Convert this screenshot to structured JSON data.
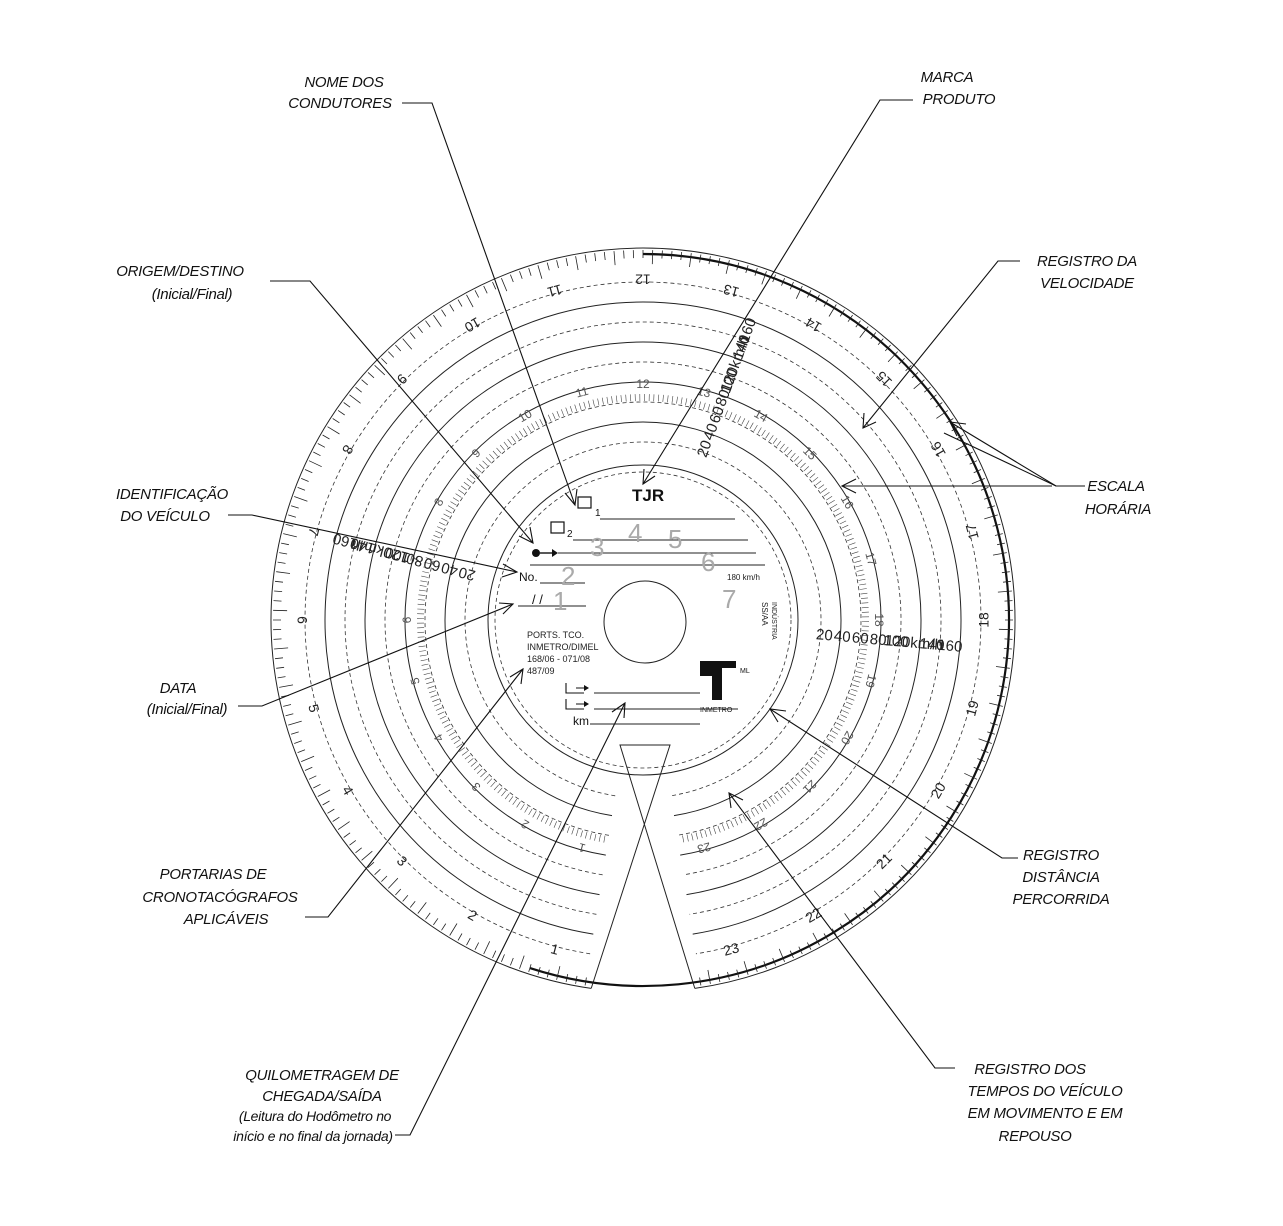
{
  "callouts": {
    "nome": [
      "NOME DOS",
      "CONDUTORES"
    ],
    "marca": [
      "MARCA",
      "PRODUTO"
    ],
    "origem": [
      "ORIGEM/DESTINO",
      "(Inicial/Final)"
    ],
    "registro_velocidade": [
      "REGISTRO DA",
      "VELOCIDADE"
    ],
    "identificacao": [
      "IDENTIFICAÇÃO",
      "DO VEÍCULO"
    ],
    "escala": [
      "ESCALA",
      "HORÁRIA"
    ],
    "data": [
      "DATA",
      "(Inicial/Final)"
    ],
    "distancia": [
      "REGISTRO",
      "DISTÂNCIA",
      "PERCORRIDA"
    ],
    "portarias": [
      "PORTARIAS DE",
      "CRONOTACÓGRAFOS",
      "APLICÁVEIS"
    ],
    "quilometragem": [
      "QUILOMETRAGEM DE",
      "CHEGADA/SAÍDA",
      "(Leitura do Hodômetro no",
      "início e no final da jornada)"
    ],
    "tempos": [
      "REGISTRO DOS",
      "TEMPOS DO VEÍCULO",
      "EM MOVIMENTO E EM",
      "REPOUSO"
    ]
  },
  "disc": {
    "brand": "TJR",
    "driver_1": "1",
    "driver_2": "2",
    "number_label": "No.",
    "date_slashes": "/ /",
    "portarias_text": [
      "PORTS. TCO.",
      "INMETRO/DIMEL",
      "168/06 - 071/08",
      "487/09"
    ],
    "max_speed": "180 km/h",
    "inmetro": "INMETRO",
    "ml": "ML",
    "km": "km",
    "rotated_code": [
      "SS/AA",
      "INDÚSTRIA"
    ],
    "speed_unit": "120km/h",
    "inner_digits": [
      "1",
      "2",
      "3",
      "4",
      "5",
      "6",
      "7"
    ]
  }
}
